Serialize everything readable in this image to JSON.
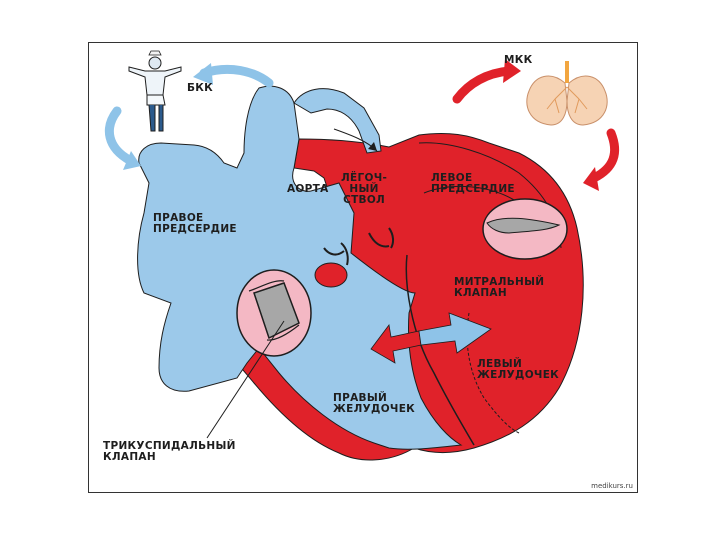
{
  "labels": {
    "bkk": "БКК",
    "mkk": "МКК",
    "aorta": "АОРТА",
    "pulmonary_trunk": "ЛЁГОЧ-\nНЫЙ\nСТВОЛ",
    "left_atrium": "ЛЕВОЕ\nПРЕДСЕРДИЕ",
    "right_atrium": "ПРАВОЕ\nПРЕДСЕРДИЕ",
    "mitral_valve": "МИТРАЛЬНЫЙ\nКЛАПАН",
    "left_ventricle": "ЛЕВЫЙ\nЖЕЛУДОЧЕК",
    "right_ventricle": "ПРАВЫЙ\nЖЕЛУДОЧЕК",
    "tricuspid_valve": "ТРИКУСПИДАЛЬНЫЙ\nКЛАПАН"
  },
  "watermark": "medikurs.ru",
  "colors": {
    "venous_blue": "#9cc9ea",
    "arterial_red": "#e0222a",
    "valve_pink": "#f4b8c4",
    "arrow_blue": "#8ec3e8",
    "arrow_red": "#e0222a",
    "outline": "#1e1e1e"
  },
  "icons": {
    "person": "person-icon",
    "lungs": "lungs-icon"
  }
}
